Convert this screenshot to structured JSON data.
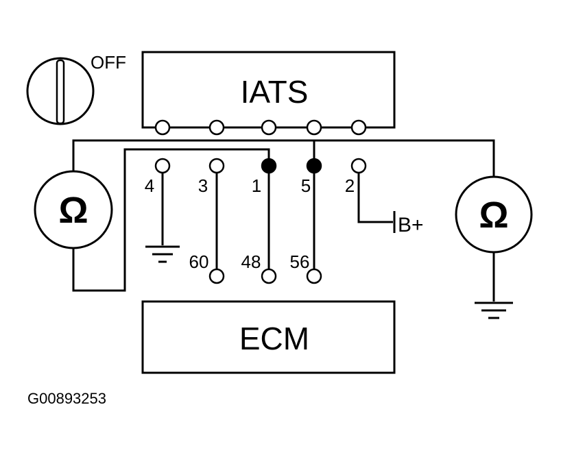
{
  "switch": {
    "label": "OFF"
  },
  "iats": {
    "label": "IATS"
  },
  "ecm": {
    "label": "ECM"
  },
  "meters": {
    "left_symbol": "Ω",
    "right_symbol": "Ω"
  },
  "connector_pins": [
    "4",
    "3",
    "1",
    "5",
    "2"
  ],
  "ecm_pins": [
    "60",
    "48",
    "56"
  ],
  "battery": {
    "label": "B+"
  },
  "figure_id": "G00893253"
}
